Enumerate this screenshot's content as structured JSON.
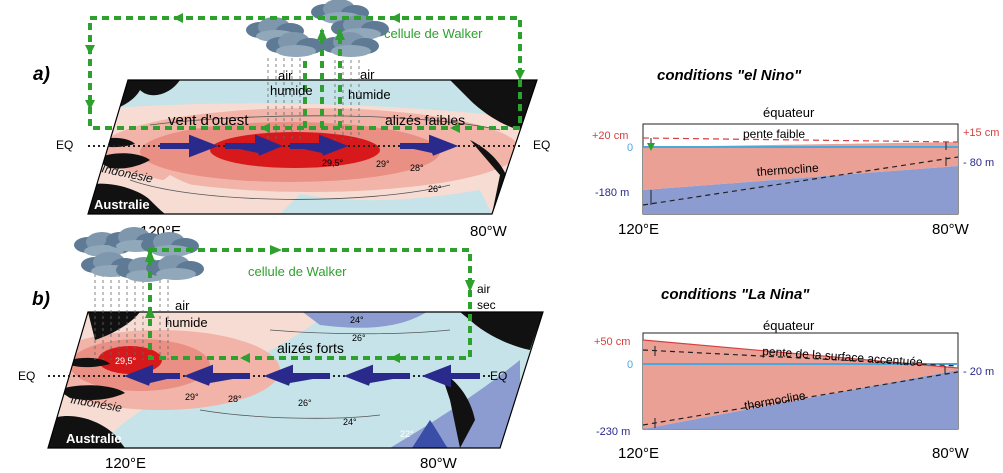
{
  "panel_a": {
    "letter": "a)",
    "walker_label": "cellule de Walker",
    "air1_line1": "air",
    "air1_line2": "humide",
    "air2_line1": "air",
    "air2_line2": "humide",
    "wind_west": "vent d'ouest",
    "trades": "alizés faibles",
    "eq_left": "EQ",
    "eq_right": "EQ",
    "indonesia": "Indonésie",
    "australia": "Australie",
    "iso_295": "29,5°",
    "iso_29": "29°",
    "iso_28": "28°",
    "iso_26": "26°",
    "lon_left": "120°E",
    "lon_right": "80°W"
  },
  "panel_b": {
    "letter": "b)",
    "walker_label": "cellule de Walker",
    "air_line1": "air",
    "air_line2": "humide",
    "dry_line1": "air",
    "dry_line2": "sec",
    "trades": "alizés forts",
    "eq_left": "EQ",
    "eq_right": "EQ",
    "indonesia": "Indonésie",
    "australia": "Australie",
    "iso_295": "29,5°",
    "iso_29": "29°",
    "iso_28": "28°",
    "iso_26a": "26°",
    "iso_26b": "26°",
    "iso_24a": "24°",
    "iso_24b": "24°",
    "iso_22": "22°",
    "lon_left": "120°E",
    "lon_right": "80°W"
  },
  "el_nino": {
    "title": "conditions \"el Nino\"",
    "equator": "équateur",
    "slope": "pente faible",
    "thermocline": "thermocline",
    "left_top": "+20 cm",
    "left_zero": "0",
    "left_bottom": "-180 m",
    "right_top": "+15 cm",
    "right_bottom": "- 80 m",
    "lon_left": "120°E",
    "lon_right": "80°W"
  },
  "la_nina": {
    "title": "conditions \"La Nina\"",
    "equator": "équateur",
    "slope": "pente de la surface accentuée",
    "thermocline": "thermocline",
    "left_top": "+50 cm",
    "left_zero": "0",
    "left_bottom": "-230 m",
    "right_bottom": "- 20 m",
    "lon_left": "120°E",
    "lon_right": "80°W"
  },
  "colors": {
    "walker_green": "#2ea02e",
    "wind_arrow": "#2a2a8c",
    "warm_core": "#d7191c",
    "warm_mid": "#e8786e",
    "warm_light": "#f4c6bc",
    "cool_light": "#c5e3e8",
    "cool_blue": "#8c9cd0",
    "land": "#111111",
    "sea_level_red": "#d64040",
    "zero_line_blue": "#4aa8e0",
    "depth_label_blue": "#2a2a8c"
  }
}
